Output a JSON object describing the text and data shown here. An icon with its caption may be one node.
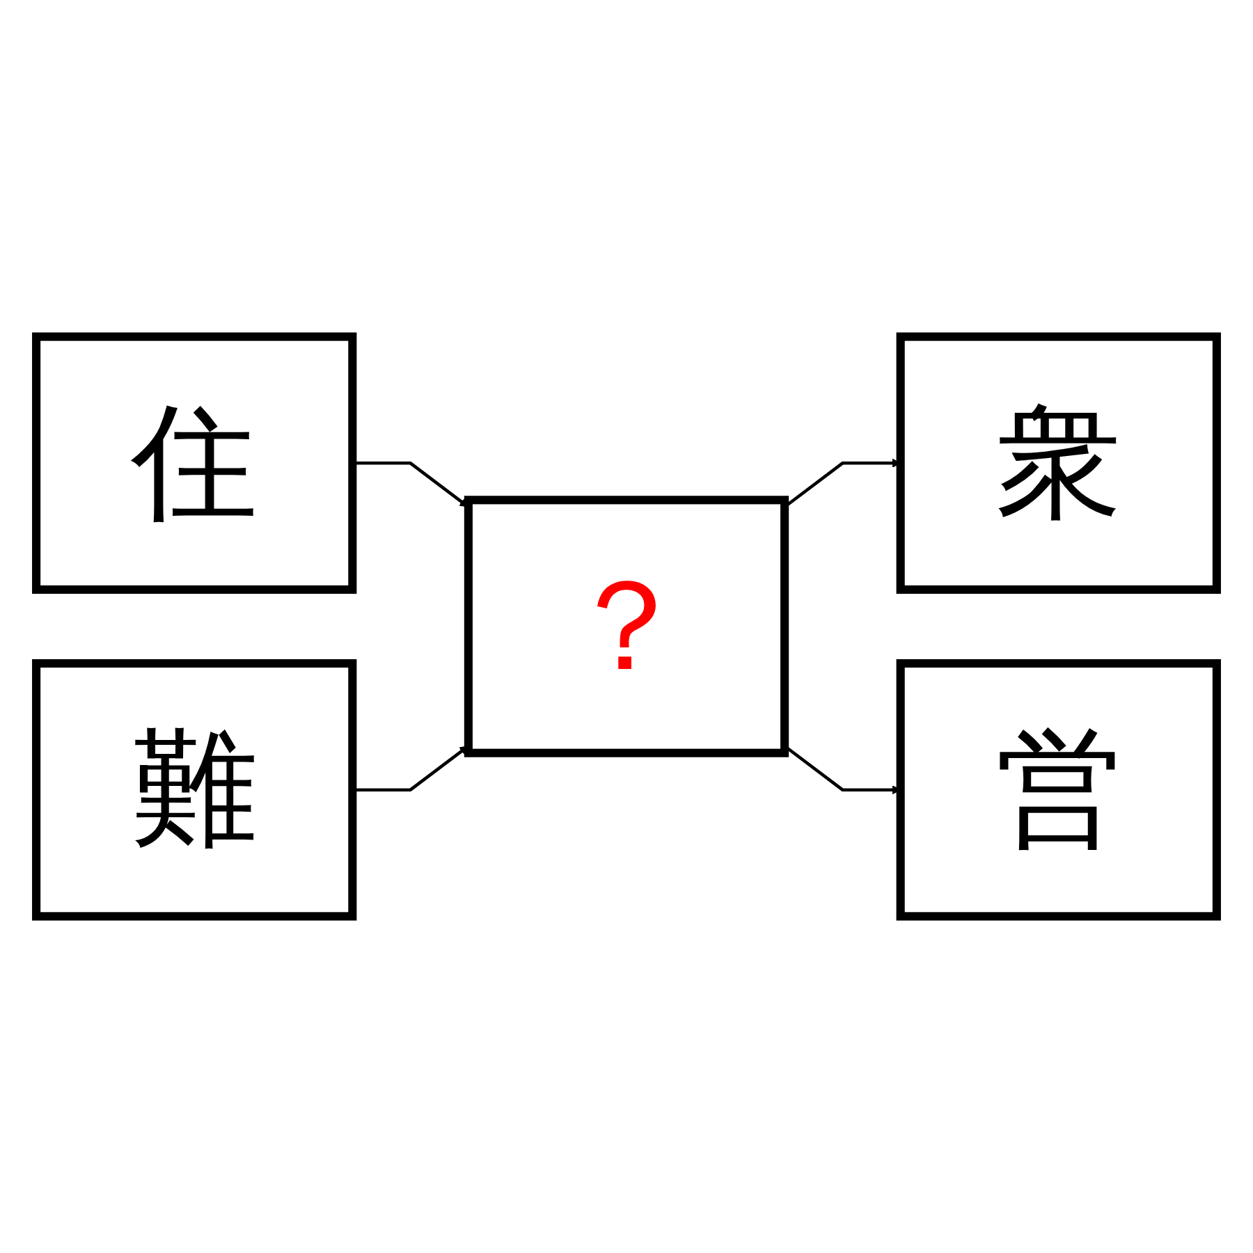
{
  "diagram": {
    "nodes": [
      {
        "text": [
          "住"
        ]
      },
      {
        "text": [
          "難"
        ]
      },
      {
        "text": [
          "？"
        ]
      },
      {
        "text": [
          "衆"
        ]
      },
      {
        "text": [
          "営"
        ]
      }
    ],
    "edges": [
      {
        "from": 0,
        "to": 2,
        "arrow": "to"
      },
      {
        "from": 1,
        "to": 2,
        "arrow": "to"
      },
      {
        "from": 2,
        "to": 3,
        "arrow": "to"
      },
      {
        "from": 2,
        "to": 4,
        "arrow": "to"
      }
    ]
  }
}
